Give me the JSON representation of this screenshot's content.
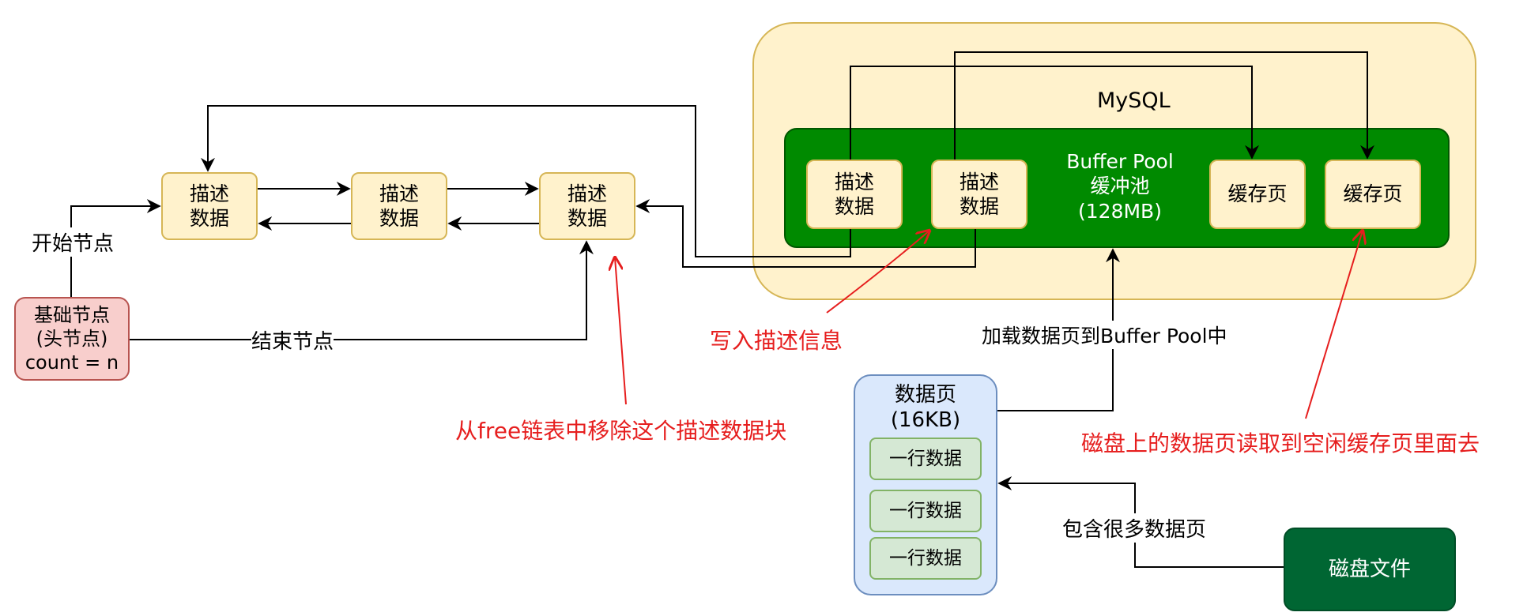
{
  "mysql": {
    "title": "MySQL"
  },
  "buffer_pool": {
    "title": "Buffer Pool\n缓冲池\n(128MB)"
  },
  "free_list": {
    "base_node": "基础节点\n(头节点)\ncount = n",
    "start_label": "开始节点",
    "end_label": "结束节点",
    "nodes": [
      "描述\n数据",
      "描述\n数据",
      "描述\n数据"
    ]
  },
  "pool_descriptors": [
    "描述\n数据",
    "描述\n数据"
  ],
  "cache_pages": [
    "缓存页",
    "缓存页"
  ],
  "data_page": {
    "title": "数据页\n(16KB)",
    "rows": [
      "一行数据",
      "一行数据",
      "一行数据"
    ]
  },
  "disk_file": "磁盘文件",
  "labels": {
    "load": "加载数据页到Buffer Pool中",
    "contains": "包含很多数据页"
  },
  "annotations": {
    "write_desc": "写入描述信息",
    "remove": "从free链表中移除这个描述数据块",
    "disk_read": "磁盘上的数据页读取到空闲缓存页里面去"
  },
  "colors": {
    "mysql_fill": "#fff2cc",
    "mysql_border": "#d6b656",
    "pool_fill": "#008a00",
    "pool_border": "#005700",
    "base_fill": "#f8cecc",
    "base_border": "#b85450",
    "page_fill": "#dae8fc",
    "page_border": "#6c8ebf",
    "row_fill": "#d5e8d4",
    "row_border": "#82b366",
    "disk_fill": "#006633",
    "annotation": "#e61e1e"
  }
}
